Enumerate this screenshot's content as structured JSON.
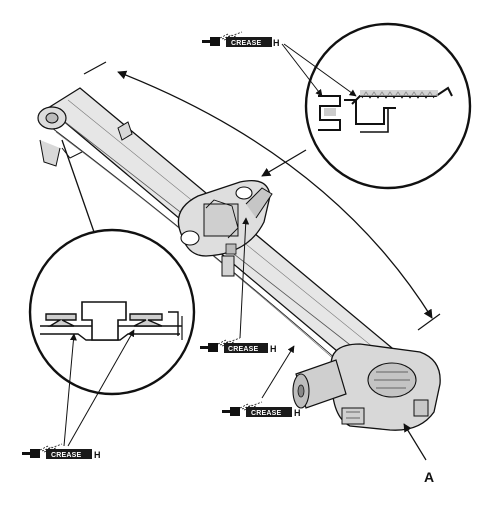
{
  "grease_label": {
    "tube_text": "CREASE",
    "suffix": "H"
  },
  "callouts": {
    "a": "A"
  },
  "icons": [
    "grease-tube-icon"
  ],
  "colors": {
    "line": "#111111",
    "rail_fill": "#e6e6e6",
    "label_fill": "#1a1a1a"
  }
}
